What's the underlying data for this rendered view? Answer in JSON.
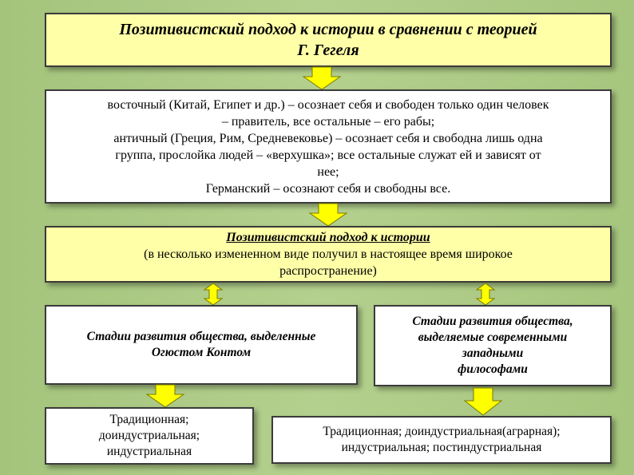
{
  "title": {
    "line1": "Позитивистский подход к истории в сравнении с теорией",
    "line2": "Г. Гегеля"
  },
  "hegel_stages": {
    "lines": [
      "восточный (Китай, Египет и др.) – осознает себя и свободен только один человек",
      "– правитель, все остальные – его  рабы;",
      "античный (Греция, Рим, Средневековье) – осознает себя и свободна лишь одна",
      "группа, прослойка людей – «верхушка»; все остальные служат ей и зависят от",
      "нее;",
      "Германский – осознают себя и свободны все."
    ]
  },
  "positivist": {
    "heading": "Позитивистский подход к истории",
    "line2": "(в несколько измененном виде получил в настоящее время широкое",
    "line3": "распространение)"
  },
  "comte": {
    "line1": "Стадии развития общества, выделенные",
    "line2": "Огюстом Контом"
  },
  "western": {
    "line1": "Стадии развития общества,",
    "line2": "выделяемые современными",
    "line3": "западными",
    "line4": "философами"
  },
  "comte_stages": {
    "line1": "Традиционная;",
    "line2": "доиндустриальная;",
    "line3": "индустриальная"
  },
  "western_stages": {
    "line1": "Традиционная; доиндустриальная(аграрная);",
    "line2": "индустриальная; постиндустриальная"
  },
  "colors": {
    "background": "#b4d08e",
    "box_yellow": "#ffffa8",
    "box_white": "#ffffff",
    "arrow_fill": "#ffff00",
    "arrow_stroke": "#7a7a00"
  },
  "icons": [
    "down-arrow-icon",
    "double-vertical-arrow-icon"
  ]
}
